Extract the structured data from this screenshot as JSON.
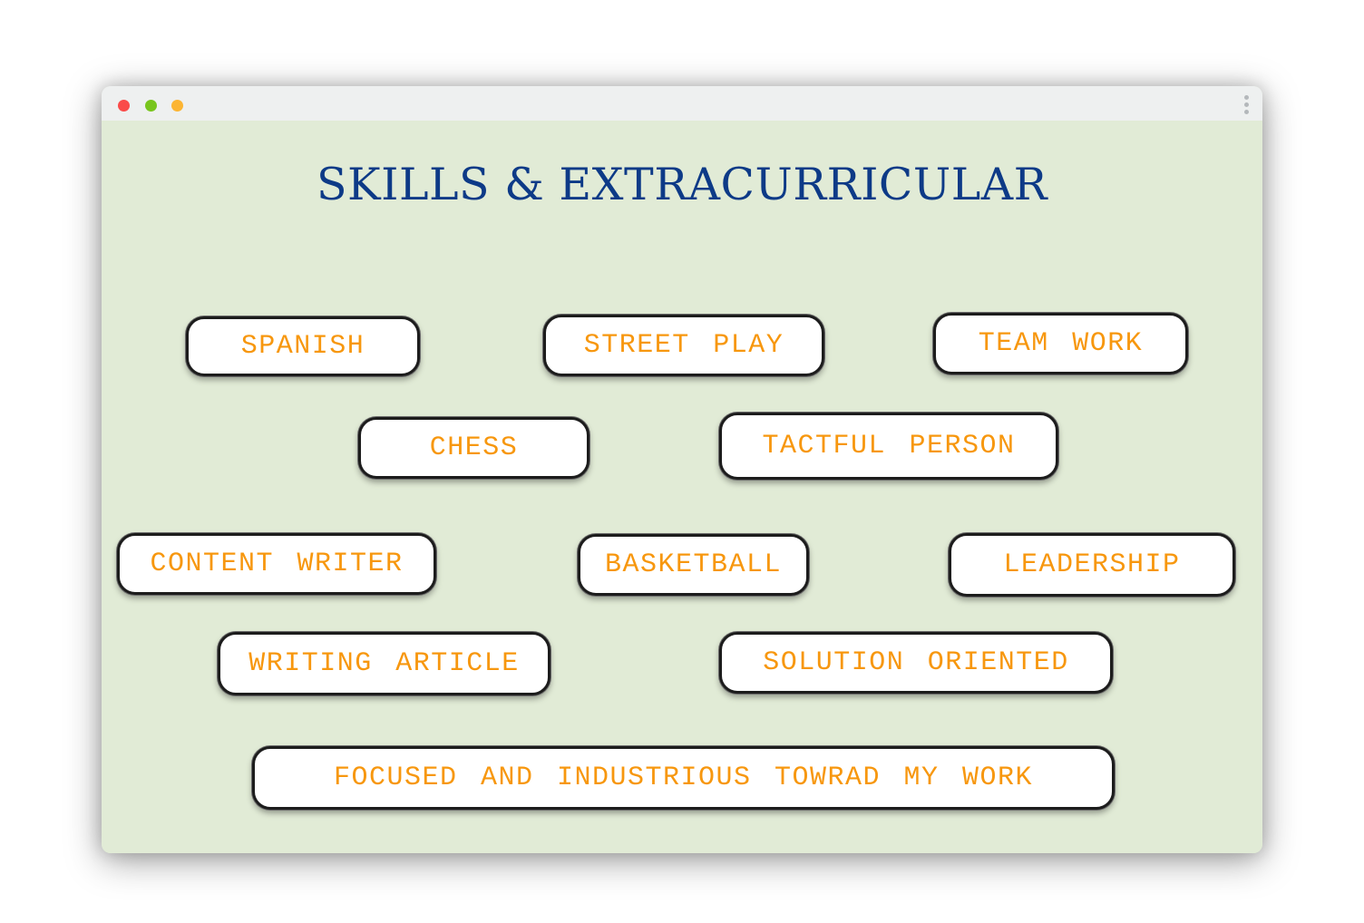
{
  "window": {
    "controls": {
      "close_color": "#fa4b49",
      "maximize_color": "#78c51d",
      "minimize_color": "#fcb533"
    },
    "menu_icon": "more-vertical-icon"
  },
  "page": {
    "title": "SKILLS & EXTRACURRICULAR",
    "background_color": "#e1ebd6",
    "title_color": "#0d3a87",
    "skill_text_color": "#f7970e"
  },
  "skills": [
    "SPANISH",
    "STREET PLAY",
    "TEAM WORK",
    "CHESS",
    "TACTFUL PERSON",
    "CONTENT WRITER",
    "BASKETBALL",
    "LEADERSHIP",
    "WRITING ARTICLE",
    "SOLUTION ORIENTED",
    "FOCUSED AND INDUSTRIOUS TOWRAD MY WORK"
  ]
}
